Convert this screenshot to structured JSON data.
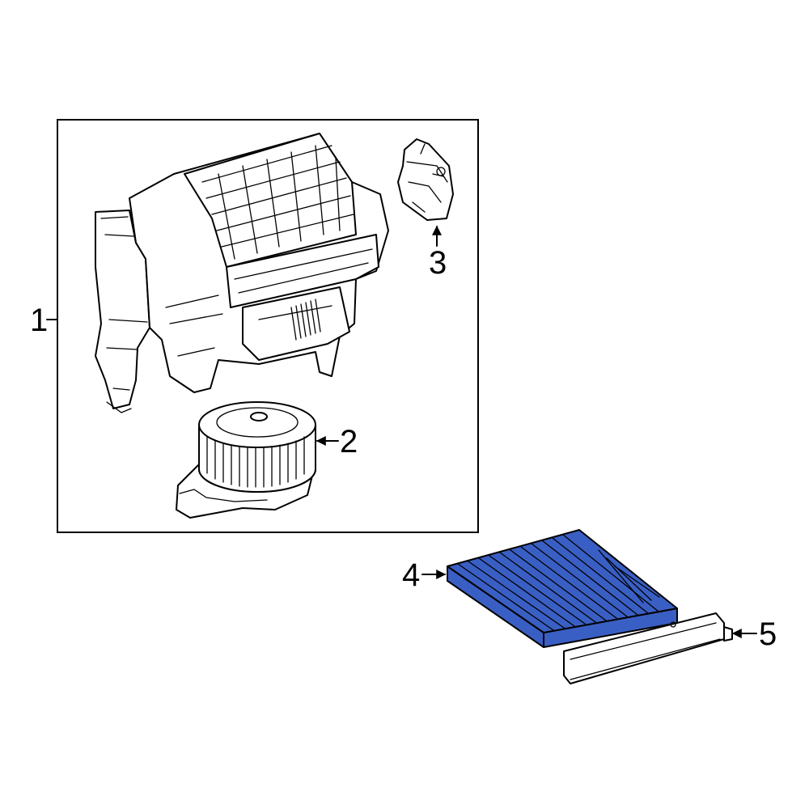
{
  "callouts": [
    {
      "number": "1",
      "part": "blower-housing-assembly"
    },
    {
      "number": "2",
      "part": "blower-motor"
    },
    {
      "number": "3",
      "part": "resistor"
    },
    {
      "number": "4",
      "part": "cabin-air-filter"
    },
    {
      "number": "5",
      "part": "filter-cover"
    }
  ],
  "colors": {
    "highlight_fill": "#3a5fc4",
    "line": "#000000",
    "background": "#ffffff"
  }
}
